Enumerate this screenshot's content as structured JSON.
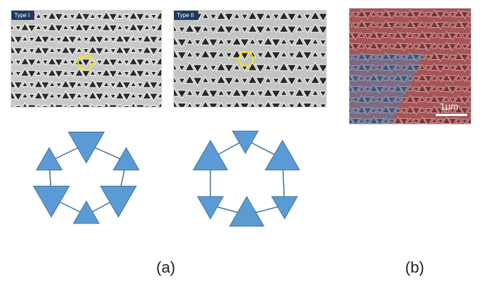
{
  "panels": {
    "a_label": "(a)",
    "b_label": "(b)"
  },
  "images": {
    "type1_tag": "Type I",
    "type2_tag": "Type II",
    "scale_label": "1μm"
  },
  "colors": {
    "triangle_fill": "#5b9bd5",
    "triangle_stroke": "#41719c",
    "hex_marker": "#ffe600",
    "sem_tag_bg": "#1f3864",
    "domain_red": "#b45a5a",
    "domain_blue": "#4f86b8"
  }
}
